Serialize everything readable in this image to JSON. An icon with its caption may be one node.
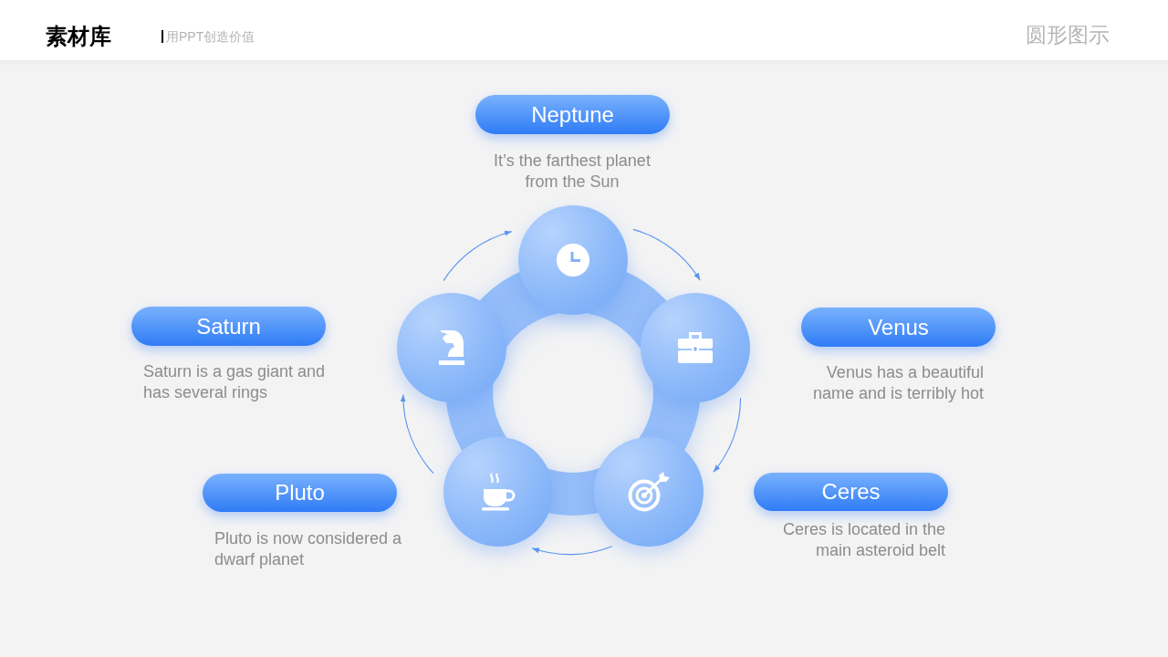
{
  "diagram": {
    "title": "圆形图示",
    "nodes": [
      {
        "text": [
          "Neptune"
        ],
        "beside": [
          "It’s the farthest planet from the Sun"
        ]
      },
      {
        "text": [
          "Saturn"
        ],
        "beside": [
          "Saturn is a gas giant and has several rings"
        ]
      },
      {
        "text": [
          "Venus"
        ],
        "beside": [
          "Venus has a beautiful name and is terribly hot"
        ]
      },
      {
        "text": [
          "Pluto"
        ],
        "beside": [
          "Pluto is now considered a dwarf planet"
        ]
      },
      {
        "text": [
          "Ceres"
        ],
        "beside": [
          "Ceres is located in the main asteroid belt"
        ]
      },
      {
        "text": [],
        "shape": "circle"
      },
      {
        "text": [],
        "shape": "circle"
      },
      {
        "text": [],
        "shape": "circle"
      },
      {
        "text": [],
        "shape": "circle"
      },
      {
        "text": [],
        "shape": "circle"
      }
    ],
    "edges": [
      {
        "from": 5,
        "to": 7,
        "arrow": "to"
      },
      {
        "from": 7,
        "to": 9,
        "arrow": "to"
      },
      {
        "from": 9,
        "to": 8,
        "arrow": "to"
      },
      {
        "from": 8,
        "to": 6,
        "arrow": "to"
      },
      {
        "from": 6,
        "to": 5,
        "arrow": "to"
      }
    ],
    "labels": [
      "素材库",
      "用PPT创造价值"
    ]
  }
}
